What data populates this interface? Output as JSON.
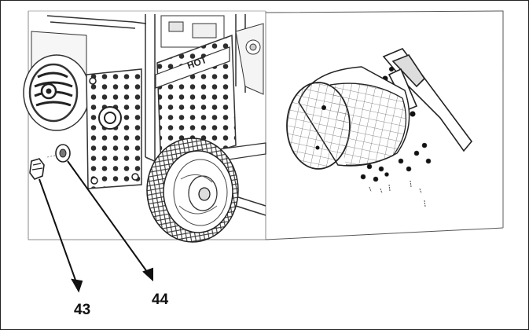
{
  "figure": {
    "plate_text": "HOT",
    "callouts": [
      {
        "id": "43",
        "label": "43"
      },
      {
        "id": "44",
        "label": "44"
      }
    ]
  }
}
